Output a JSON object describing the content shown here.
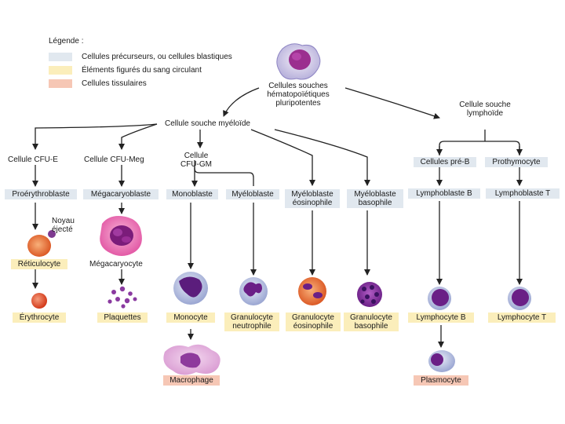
{
  "legend": {
    "title": "Légende :",
    "items": [
      {
        "label": "Cellules précurseurs, ou cellules blastiques",
        "color": "#e1e8ef"
      },
      {
        "label": "Éléments figurés du sang circulant",
        "color": "#fbeebb"
      },
      {
        "label": "Cellules tissulaires",
        "color": "#f6c7b5"
      }
    ]
  },
  "stem": {
    "line1": "Cellules souches",
    "line2": "hématopoïétiques",
    "line3": "pluripotentes"
  },
  "myeloid": {
    "stem": "Cellule souche myéloïde"
  },
  "lymphoid": {
    "line1": "Cellule souche",
    "line2": "lymphoïde"
  },
  "cfu": {
    "e": "Cellule CFU-E",
    "meg": "Cellule CFU-Meg",
    "gm1": "Cellule",
    "gm2": "CFU-GM"
  },
  "precursors": {
    "proerythroblaste": "Proérythroblaste",
    "megacaryoblaste": "Mégacaryoblaste",
    "monoblaste": "Monoblaste",
    "myeloblaste": "Myéloblaste",
    "myelo_eos1": "Myéloblaste",
    "myelo_eos2": "éosinophile",
    "myelo_baso1": "Myéloblaste",
    "myelo_baso2": "basophile",
    "pre_b": "Cellules pré-B",
    "prothymocyte": "Prothymocyte",
    "lymphoblaste_b": "Lymphoblaste B",
    "lymphoblaste_t": "Lymphoblaste T"
  },
  "intermediate": {
    "noyau1": "Noyau",
    "noyau2": "éjecté",
    "reticulocyte": "Réticulocyte",
    "megacaryocyte": "Mégacaryocyte"
  },
  "mature": {
    "erythrocyte": "Érythrocyte",
    "plaquettes": "Plaquettes",
    "monocyte": "Monocyte",
    "neutro1": "Granulocyte",
    "neutro2": "neutrophile",
    "eos1": "Granulocyte",
    "eos2": "éosinophile",
    "baso1": "Granulocyte",
    "baso2": "basophile",
    "lympho_b": "Lymphocyte B",
    "lympho_t": "Lymphocyte T"
  },
  "tissue": {
    "macrophage": "Macrophage",
    "plasmocyte": "Plasmocyte"
  }
}
